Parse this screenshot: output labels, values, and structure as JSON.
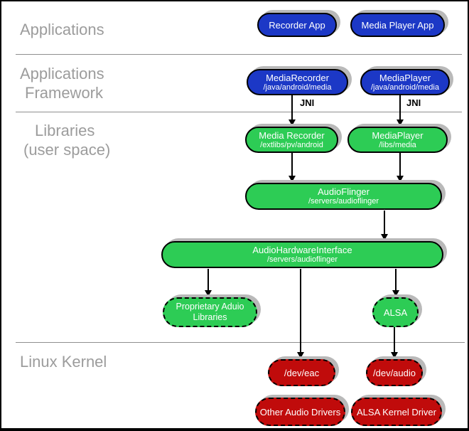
{
  "colors": {
    "app_blue": "#1c38c6",
    "library_green": "#2dcc55",
    "kernel_red": "#c00b0b",
    "shadow_gray": "#b9b9b9",
    "layer_label_gray": "#9c9c9c"
  },
  "layer_labels": {
    "applications": "Applications",
    "framework_line1": "Applications",
    "framework_line2": "Framework",
    "libraries_line1": "Libraries",
    "libraries_line2": "(user space)",
    "kernel": "Linux Kernel"
  },
  "edges": {
    "jni_left": "JNI",
    "jni_right": "JNI"
  },
  "nodes": {
    "recorder_app": {
      "title": "Recorder App"
    },
    "media_player_app": {
      "title": "Media Player App"
    },
    "media_recorder_fw": {
      "title": "MediaRecorder",
      "subtitle": "/java/android/media"
    },
    "media_player_fw": {
      "title": "MediaPlayer",
      "subtitle": "/java/android/media"
    },
    "media_recorder_lib": {
      "title": "Media Recorder",
      "subtitle": "/extlibs/pv/android"
    },
    "media_player_lib": {
      "title": "MediaPlayer",
      "subtitle": "/libs/media"
    },
    "audioflinger": {
      "title": "AudioFlinger",
      "subtitle": "/servers/audioflinger"
    },
    "audio_hardware_interface": {
      "title": "AudioHardwareInterface",
      "subtitle": "/servers/audioflinger"
    },
    "proprietary_audio_libraries": {
      "title": "Proprietary Aduio Libraries"
    },
    "alsa": {
      "title": "ALSA"
    },
    "dev_eac": {
      "title": "/dev/eac"
    },
    "dev_audio": {
      "title": "/dev/audio"
    },
    "other_audio_drivers": {
      "title": "Other Audio Drivers"
    },
    "alsa_kernel_driver": {
      "title": "ALSA Kernel Driver"
    }
  }
}
